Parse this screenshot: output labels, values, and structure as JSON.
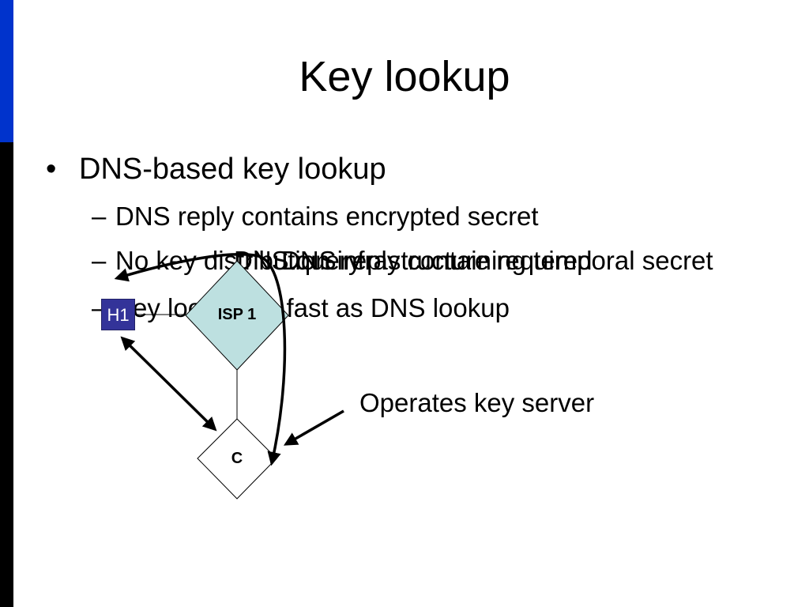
{
  "slide": {
    "title": "Key lookup",
    "bullets": [
      {
        "marker": "•",
        "text": "DNS-based key lookup"
      },
      {
        "marker": "–",
        "text": "DNS reply contains encrypted secret"
      },
      {
        "marker": "–",
        "text": "No key distribution infrastructure required"
      },
      {
        "marker": "–",
        "text": "Key lookup as fast as DNS lookup"
      }
    ]
  },
  "diagram": {
    "nodes": {
      "host": "H1",
      "isp": "ISP 1",
      "server": "C"
    },
    "callouts": {
      "query": "DNS query",
      "reply": "DNS reply containing temporal secret",
      "operates": "Operates key server"
    }
  },
  "colors": {
    "accent_bar_top": "#0033cc",
    "accent_bar_bottom": "#000000",
    "isp_fill": "#bde0e0",
    "host_fill": "#333399"
  }
}
